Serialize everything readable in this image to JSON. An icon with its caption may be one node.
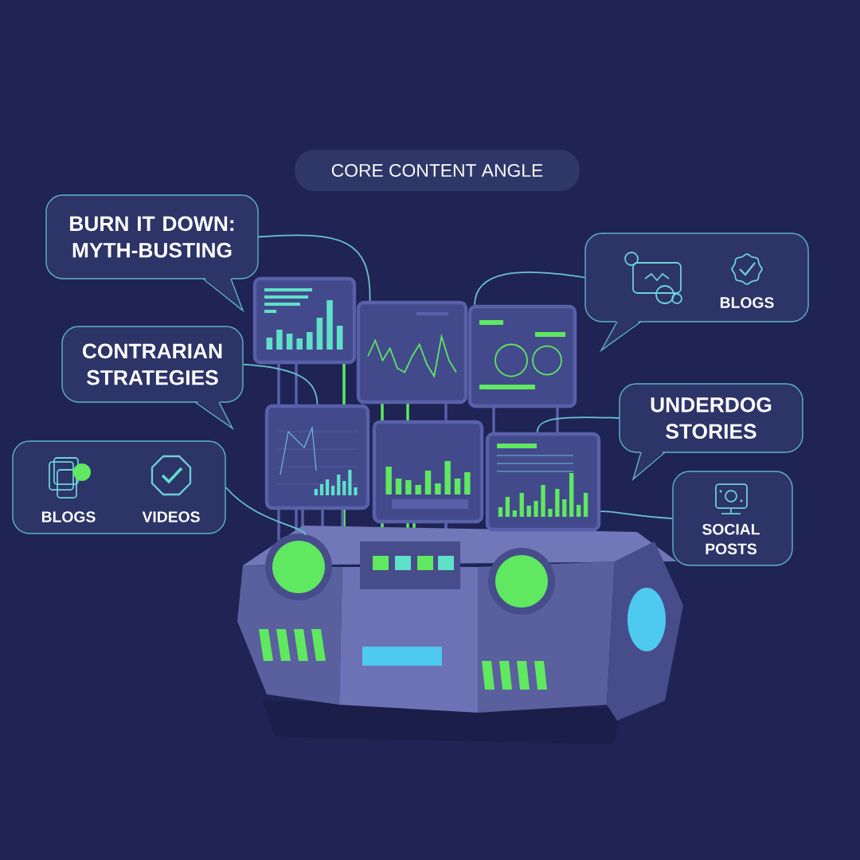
{
  "diagram": {
    "nodes": [
      {
        "text": [
          "CORE CONTENT ANGLE"
        ]
      },
      {
        "text": [
          "BURN IT DOWN: MYTH-BUSTING"
        ]
      },
      {
        "text": [
          "BLOGS"
        ]
      },
      {
        "text": [
          "CONTRARIAN STRATEGIES"
        ]
      },
      {
        "text": [
          "UNDERDOG STORIES"
        ]
      },
      {
        "text": [
          "BLOGS",
          "VIDEOS"
        ]
      },
      {
        "text": [
          "SOCIAL POSTS"
        ]
      },
      {
        "text": [],
        "shape": "picture"
      },
      {
        "text": [],
        "shape": "picture"
      },
      {
        "text": [],
        "shape": "picture"
      },
      {
        "text": [],
        "shape": "picture"
      },
      {
        "text": [],
        "shape": "picture"
      },
      {
        "text": [],
        "shape": "picture"
      },
      {
        "text": [],
        "shape": "picture"
      }
    ],
    "edges": [
      {
        "from": 1,
        "to": 8,
        "arrow": "none"
      },
      {
        "from": 2,
        "to": 9,
        "arrow": "none"
      },
      {
        "from": 3,
        "to": 10,
        "arrow": "none"
      },
      {
        "from": 4,
        "to": 12,
        "arrow": "none"
      },
      {
        "from": 5,
        "to": 13,
        "arrow": "none"
      },
      {
        "from": 6,
        "to": 12,
        "arrow": "none"
      }
    ]
  }
}
